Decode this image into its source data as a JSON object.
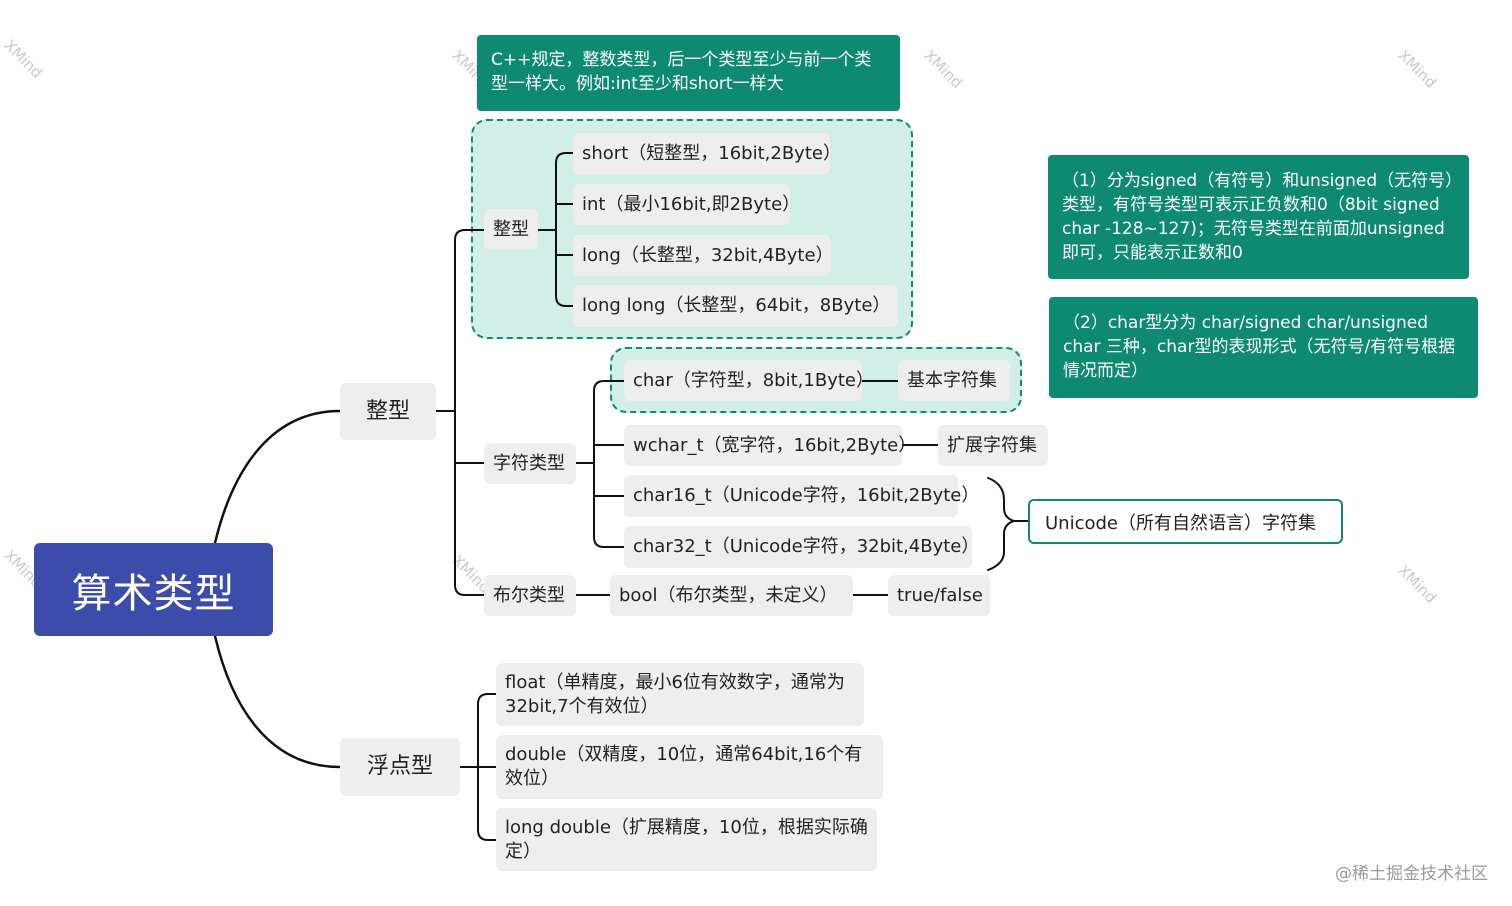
{
  "root": {
    "label": "算术类型"
  },
  "branches": {
    "integer": {
      "label": "整型"
    },
    "float": {
      "label": "浮点型"
    }
  },
  "integer": {
    "int_group": {
      "label": "整型",
      "items": [
        "short（短整型，16bit,2Byte）",
        "int（最小16bit,即2Byte）",
        "long（长整型，32bit,4Byte）",
        "long long（长整型，64bit，8Byte）"
      ]
    },
    "char_group": {
      "label": "字符类型",
      "items": [
        {
          "text": "char（字符型，8bit,1Byte）",
          "tag": "基本字符集"
        },
        {
          "text": "wchar_t（宽字符，16bit,2Byte）",
          "tag": "扩展字符集"
        },
        {
          "text": "char16_t（Unicode字符，16bit,2Byte）"
        },
        {
          "text": "char32_t（Unicode字符，32bit,4Byte）"
        }
      ],
      "unicode_summary": "Unicode（所有自然语言）字符集"
    },
    "bool_group": {
      "label": "布尔类型",
      "item": "bool（布尔类型，未定义）",
      "values": "true/false"
    }
  },
  "float": {
    "items": [
      "float（单精度，最小6位有效数字，通常为32bit,7个有效位）",
      "double（双精度，10位，通常64bit,16个有效位）",
      "long double（扩展精度，10位，根据实际确定）"
    ]
  },
  "notes": {
    "size_rule": "C++规定，整数类型，后一个类型至少与前一个类型一样大。例如:int至少和short一样大",
    "signed_note": "（1）分为signed（有符号）和unsigned（无符号）类型，有符号类型可表示正负数和0（8bit signed char -128~127)；无符号类型在前面加unsigned 即可，只能表示正数和0",
    "char_note": "（2）char型分为 char/signed char/unsigned char 三种，char型的表现形式（无符号/有符号根据情况而定）"
  },
  "watermark": "XMind",
  "credit": "@稀土掘金技术社区",
  "colors": {
    "root": "#3d4cab",
    "note": "#0e8a71",
    "boundary_border": "#138a72",
    "boundary_fill": "#ace0d4",
    "node": "#eeeeee",
    "line": "#111111"
  }
}
